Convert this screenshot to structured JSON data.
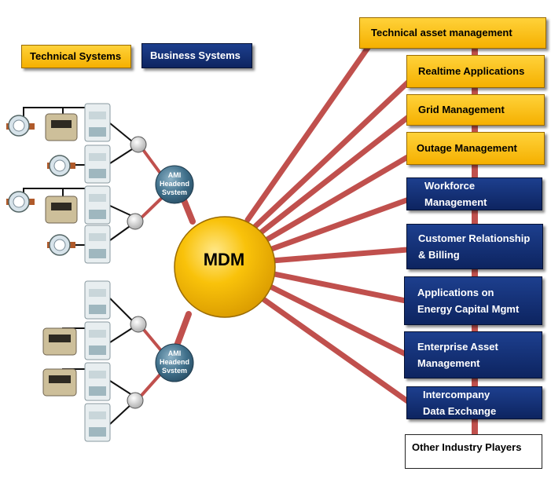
{
  "legend": {
    "technical_label": "Technical Systems",
    "business_label": "Business Systems"
  },
  "center": {
    "label": "MDM"
  },
  "headends": [
    {
      "label": "AMI\nHeadend\nSystem"
    },
    {
      "label": "AMI\nHeadend\nSystem"
    }
  ],
  "systems": [
    {
      "label": "Technical asset management",
      "kind": "technical"
    },
    {
      "label": "Realtime Applications",
      "kind": "technical"
    },
    {
      "label": "Grid Management",
      "kind": "technical"
    },
    {
      "label": "Outage Management",
      "kind": "technical"
    },
    {
      "label": "Workforce\nManagement",
      "kind": "business"
    },
    {
      "label": "Customer Relationship\n& Billing",
      "kind": "business"
    },
    {
      "label": "Applications on\nEnergy Capital Mgmt",
      "kind": "business"
    },
    {
      "label": "Enterprise Asset\nManagement",
      "kind": "business"
    },
    {
      "label": "Intercompany\nData Exchange",
      "kind": "business"
    },
    {
      "label": "Other Industry Players",
      "kind": "external"
    }
  ],
  "colors": {
    "technical": "#f5b400",
    "business": "#0f2a6b",
    "connector": "#c0504d",
    "mdm": "#f5b400"
  },
  "icons": [
    "water-meter-icon",
    "gas-meter-icon",
    "electricity-meter-icon",
    "data-concentrator-icon"
  ]
}
